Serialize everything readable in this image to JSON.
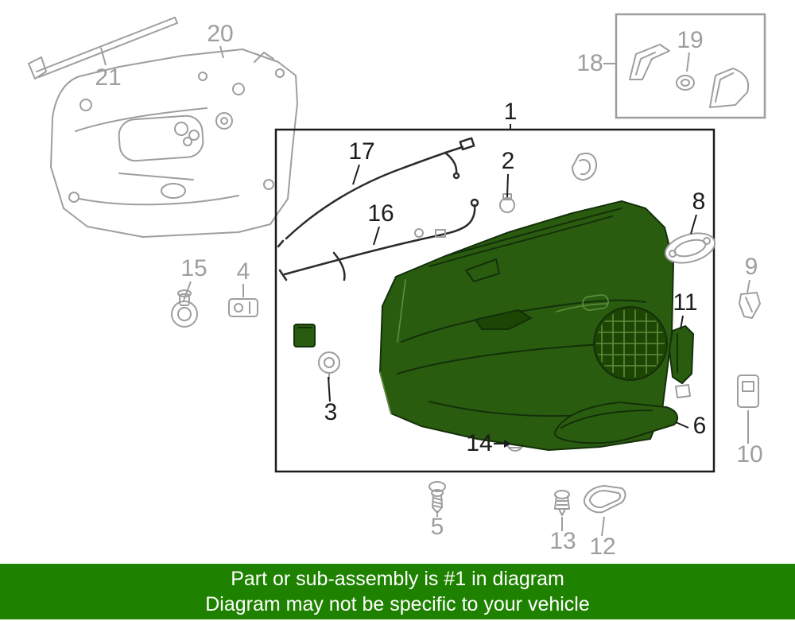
{
  "banner": {
    "line1": "Part or sub-assembly is #1 in diagram",
    "line2": "Diagram may not be specific to your vehicle"
  },
  "colors": {
    "banner_bg": "#1e8200",
    "banner_text": "#ffffff",
    "highlight_fill": "#2a5c10",
    "highlight_dark": "#14300a",
    "inactive_gray": "#9e9e9e",
    "active_black": "#1c1c1c"
  },
  "callouts": {
    "n1": "1",
    "n2": "2",
    "n3": "3",
    "n4": "4",
    "n5": "5",
    "n6": "6",
    "n8": "8",
    "n9": "9",
    "n10": "10",
    "n11": "11",
    "n12": "12",
    "n13": "13",
    "n14": "14",
    "n15": "15",
    "n16": "16",
    "n17": "17",
    "n18": "18",
    "n19": "19",
    "n20": "20",
    "n21": "21"
  }
}
